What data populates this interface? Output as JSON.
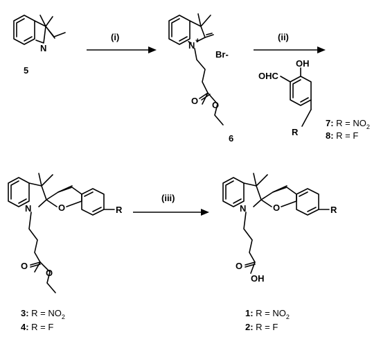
{
  "steps": {
    "s1": "(i)",
    "s2": "(ii)",
    "s3": "(iii)"
  },
  "atoms": {
    "N": "N",
    "N_plus": "+",
    "O": "O",
    "OH": "OH",
    "OHC": "OHC",
    "Br": "Br-",
    "R": "R"
  },
  "compounds": {
    "c5": "5",
    "c6": "6",
    "c7_num": "7:",
    "c7_rest": " R = NO",
    "c8_num": "8:",
    "c8_rest": " R = F",
    "c3_num": "3:",
    "c3_rest": " R = NO",
    "c4_num": "4:",
    "c4_rest": " R = F",
    "c1_num": "1:",
    "c1_rest": " R = NO",
    "c2_num": "2:",
    "c2_rest": " R = F",
    "sub2": "2"
  }
}
